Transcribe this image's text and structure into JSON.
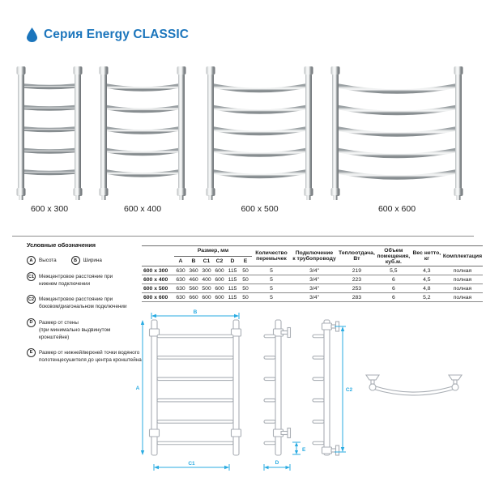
{
  "header": {
    "title": "Серия Energy CLASSIC",
    "icon": "drop-icon",
    "accent_color": "#1b75bc"
  },
  "products": [
    {
      "label": "600 x 300"
    },
    {
      "label": "600 x 400"
    },
    {
      "label": "600 x 500"
    },
    {
      "label": "600 x 600"
    }
  ],
  "legend": {
    "title": "Условные обозначения",
    "rows": [
      [
        {
          "symbol": "A",
          "text": "Высота"
        },
        {
          "symbol": "B",
          "text": "Ширина"
        }
      ],
      [
        {
          "symbol": "C1",
          "text": "Межцентровое расстояние при\nнижнем подключении"
        }
      ],
      [
        {
          "symbol": "C2",
          "text": "Межцентровое расстояние при\nбоковом/диагональном подключении"
        }
      ],
      [
        {
          "symbol": "D",
          "text": "Размер от стены\n(при минимально выдвинутом кронштейне)"
        }
      ],
      [
        {
          "symbol": "E",
          "text": "Размер от нижней/верхней точки водяного\nполотенцесушителя до центра кронштейна"
        }
      ]
    ]
  },
  "table": {
    "size_group_header": "Размер, мм",
    "size_columns": [
      "A",
      "B",
      "C1",
      "C2",
      "D",
      "E"
    ],
    "other_columns": [
      "Количество\nперемычек",
      "Подключение\nк трубопроводу",
      "Теплоотдача,\nВт",
      "Объем\nпомещения,\nкуб.м.",
      "Вес нетто,\nкг",
      "Комплектация"
    ],
    "rows": [
      {
        "name": "600 x 300",
        "values": [
          "630",
          "360",
          "300",
          "600",
          "115",
          "50",
          "5",
          "3/4\"",
          "219",
          "5,5",
          "4,3",
          "полная"
        ]
      },
      {
        "name": "600 x 400",
        "values": [
          "630",
          "460",
          "400",
          "600",
          "115",
          "50",
          "5",
          "3/4\"",
          "223",
          "6",
          "4,5",
          "полная"
        ]
      },
      {
        "name": "600 x 500",
        "values": [
          "630",
          "560",
          "500",
          "600",
          "115",
          "50",
          "5",
          "3/4\"",
          "253",
          "6",
          "4,8",
          "полная"
        ]
      },
      {
        "name": "600 x 600",
        "values": [
          "630",
          "660",
          "600",
          "600",
          "115",
          "50",
          "5",
          "3/4\"",
          "283",
          "6",
          "5,2",
          "полная"
        ]
      }
    ]
  },
  "drawings": {
    "front_width_label": "B",
    "front_height_label": "A",
    "front_bottom_center_label": "C1",
    "side_wall_distance_label": "D",
    "side_bracket_offset_label": "E",
    "side_center_distance_label": "C2",
    "dimension_color": "#29abe2"
  }
}
